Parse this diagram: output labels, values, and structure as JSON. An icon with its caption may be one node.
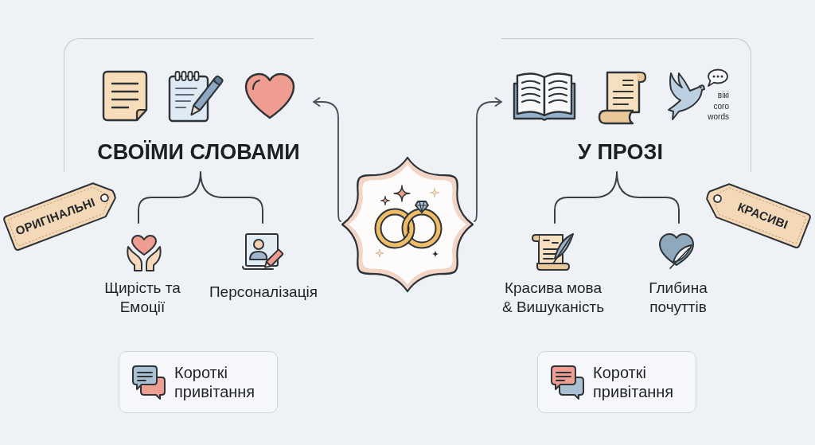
{
  "diagram": {
    "nodes": [
      {
        "text": [
          "СВОЇМИ СЛОВАМИ"
        ]
      },
      {
        "text": [],
        "shape": "picture"
      },
      {
        "text": [
          "У ПРОЗІ"
        ]
      },
      {
        "text": [
          "ОРИГІНАЛЬНІ"
        ]
      },
      {
        "text": [
          "КРАСИВІ"
        ]
      },
      {
        "text": [
          "Короткі привітання"
        ]
      },
      {
        "text": [
          "Короткі привітання"
        ]
      }
    ],
    "edges": [
      {
        "from": 1,
        "to": 0,
        "arrow": "to"
      },
      {
        "from": 1,
        "to": 2,
        "arrow": "to"
      }
    ],
    "labels": [
      "вікі coro words",
      "Щирість та Емоції",
      "Персоналізація",
      "Красива мова & Вишуканість",
      "Глибина почуттів"
    ]
  }
}
